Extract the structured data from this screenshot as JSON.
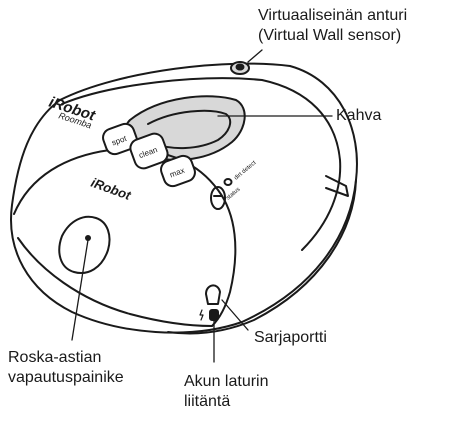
{
  "labels": {
    "virtual_wall": {
      "line1": "Virtuaaliseinän anturi",
      "line2": "(Virtual Wall sensor)"
    },
    "handle": "Kahva",
    "serial_port": "Sarjaportti",
    "bin_release": {
      "line1": "Roska-astian",
      "line2": "vapautuspainike"
    },
    "charger_jack": {
      "line1": "Akun laturin",
      "line2": "liitäntä"
    }
  },
  "robot": {
    "brand_top": "iRobot",
    "model_top": "Roomba",
    "brand_bumper": "iRobot",
    "buttons": [
      "spot",
      "clean",
      "max"
    ],
    "indicators": [
      "dirt detect",
      "status"
    ]
  },
  "colors": {
    "line": "#1a1a1a",
    "shade": "#d8d8d8",
    "fill": "#ffffff"
  }
}
